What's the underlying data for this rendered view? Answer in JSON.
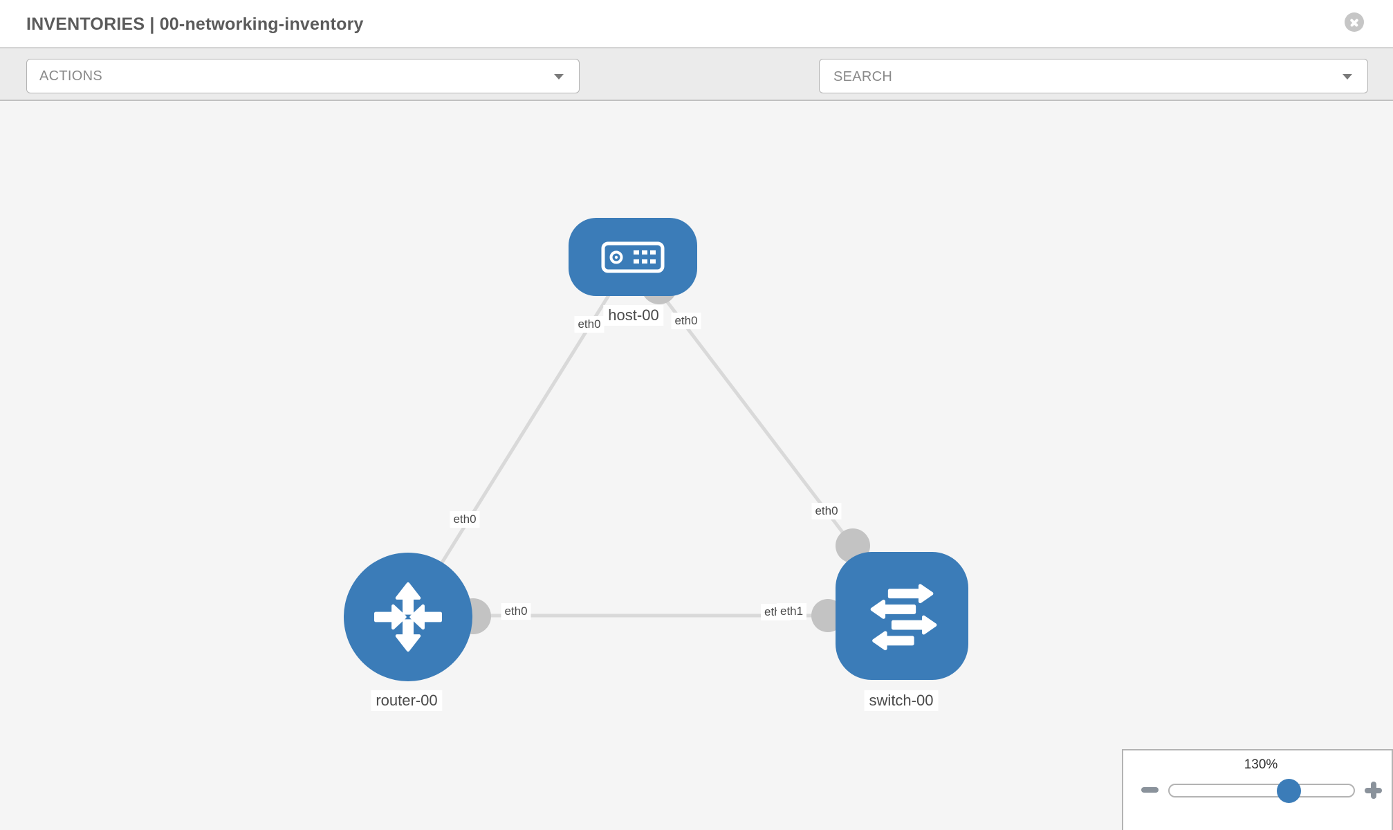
{
  "header": {
    "title": "INVENTORIES | 00-networking-inventory"
  },
  "toolbar": {
    "actions_label": "ACTIONS",
    "search_placeholder": "SEARCH"
  },
  "zoom_control": {
    "level": "130%"
  },
  "topology": {
    "nodes": {
      "host": {
        "label": "host-00",
        "type": "host"
      },
      "router": {
        "label": "router-00",
        "type": "router"
      },
      "switch": {
        "label": "switch-00",
        "type": "switch"
      }
    },
    "interfaces": {
      "host_left": "eth0",
      "host_right": "eth0",
      "link_host_router_mid": "eth0",
      "link_host_switch_mid": "eth0",
      "router_right": "eth0",
      "switch_left_under": "eth0",
      "switch_left_over": "eth1"
    },
    "links": [
      {
        "from": "host-00",
        "to": "router-00",
        "from_if": "eth0",
        "to_if": "eth0"
      },
      {
        "from": "host-00",
        "to": "switch-00",
        "from_if": "eth0",
        "to_if": "eth0"
      },
      {
        "from": "router-00",
        "to": "switch-00",
        "from_if": "eth0",
        "to_if": "eth1"
      }
    ]
  },
  "colors": {
    "node_blue": "#3b7cb8",
    "link_gray": "#d9d9d9",
    "interface_circle_gray": "#c3c3c3",
    "toolbar_icon_gray": "#848e98",
    "toolbar_bg": "#ebebeb",
    "canvas_bg": "#f5f5f5"
  },
  "icons": {
    "close": "close-icon",
    "wrench": "wrench-icon",
    "key": "key-icon",
    "caret": "caret-down-icon",
    "zoom_out": "zoom-out-icon",
    "zoom_in": "zoom-in-icon"
  }
}
